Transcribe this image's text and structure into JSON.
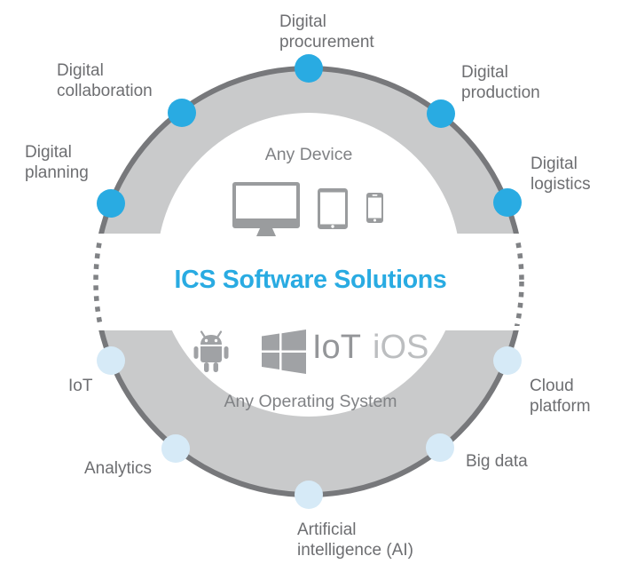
{
  "diagram": {
    "title": "ICS Software Solutions",
    "center": {
      "any_device_label": "Any Device",
      "any_operating_system_label": "Any Operating System",
      "os_label_iot": "IoT",
      "os_label_ios": "iOS",
      "device_icons": [
        "desktop-monitor-icon",
        "tablet-icon",
        "smartphone-icon"
      ],
      "os_icons": [
        "android-icon",
        "windows-icon"
      ]
    },
    "nodes": [
      {
        "id": "digital-procurement",
        "label": "Digital\nprocurement",
        "dot_color": "#29ABE2"
      },
      {
        "id": "digital-production",
        "label": "Digital\nproduction",
        "dot_color": "#29ABE2"
      },
      {
        "id": "digital-logistics",
        "label": "Digital\nlogistics",
        "dot_color": "#29ABE2"
      },
      {
        "id": "cloud-platform",
        "label": "Cloud\nplatform",
        "dot_color": "#D6EAF7"
      },
      {
        "id": "big-data",
        "label": "Big data",
        "dot_color": "#D6EAF7"
      },
      {
        "id": "artificial-intelligence",
        "label": "Artificial\nintelligence (AI)",
        "dot_color": "#D6EAF7"
      },
      {
        "id": "analytics",
        "label": "Analytics",
        "dot_color": "#D6EAF7"
      },
      {
        "id": "iot",
        "label": "IoT",
        "dot_color": "#D6EAF7"
      },
      {
        "id": "digital-planning",
        "label": "Digital\nplanning",
        "dot_color": "#29ABE2"
      },
      {
        "id": "digital-collaboration",
        "label": "Digital\ncollaboration",
        "dot_color": "#29ABE2"
      }
    ],
    "colors": {
      "accent_blue": "#29ABE2",
      "light_blue": "#D6EAF7",
      "ring_band": "#C9CACB",
      "ring_edge": "#77787B",
      "label_text": "#6D6E71",
      "device_icon_gray": "#9A9C9E",
      "os_icon_gray": "#A0A2A5"
    }
  }
}
